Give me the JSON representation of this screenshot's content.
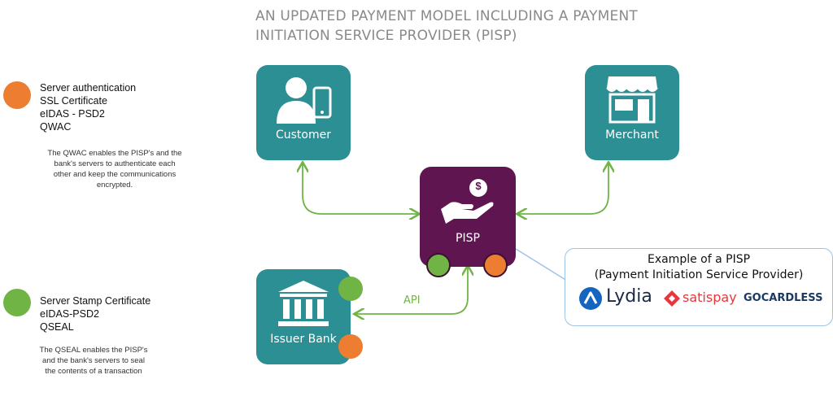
{
  "title": {
    "line1": "AN UPDATED PAYMENT MODEL INCLUDING A PAYMENT",
    "line2": "INITIATION SERVICE PROVIDER (PISP)"
  },
  "legend": {
    "qwac": {
      "color": "#ed7d31",
      "lines": [
        "Server authentication",
        "SSL Certificate",
        "eIDAS - PSD2",
        "QWAC"
      ],
      "description": [
        "The QWAC enables the PISP's and the",
        "bank's servers to authenticate each",
        "other and keep the communications",
        "encrypted."
      ]
    },
    "qseal": {
      "color": "#70b445",
      "lines": [
        "Server Stamp Certificate",
        "eIDAS-PSD2",
        "QSEAL"
      ],
      "description": [
        "The QSEAL enables the PISP's",
        "and the bank's servers to seal",
        "the contents of a transaction"
      ]
    }
  },
  "nodes": {
    "customer": {
      "label": "Customer",
      "icon": "customer-phone-icon",
      "color": "#2b8f93"
    },
    "merchant": {
      "label": "Merchant",
      "icon": "storefront-icon",
      "color": "#2b8f93"
    },
    "pisp": {
      "label": "PISP",
      "icon": "hand-coin-icon",
      "color": "#5e1550",
      "coin_symbol": "$"
    },
    "issuer_bank": {
      "label": "Issuer Bank",
      "icon": "bank-icon",
      "color": "#2b8f93"
    }
  },
  "connectors": {
    "api_label": "API",
    "color": "#70b445"
  },
  "callout": {
    "line1": "Example of a PISP",
    "line2": "(Payment Initiation Service Provider)",
    "logos": [
      {
        "name": "Lydia",
        "icon": "lydia-logo-icon",
        "color": "#1565c0"
      },
      {
        "name": "satispay",
        "icon": "satispay-logo-icon",
        "color": "#e8363d"
      },
      {
        "name": "GOCARDLESS",
        "icon": "gocardless-logo-icon",
        "color": "#1b3a63"
      }
    ]
  }
}
